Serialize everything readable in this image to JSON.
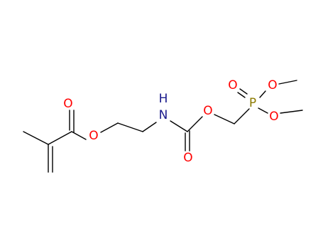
{
  "molecule": {
    "atoms": {
      "o_ester_carbonyl": "O",
      "o_ester_link": "O",
      "nh": "H",
      "n": "N",
      "o_carbamate_link": "O",
      "o_carbamate_carbonyl": "O",
      "o_phosphoryl": "O",
      "p": "P",
      "o_methoxy_1": "O",
      "o_methoxy_2": "O"
    },
    "colors": {
      "bond": "#000000",
      "oxygen": "#ff0000",
      "nitrogen": "#1a1a8c",
      "phosphorus": "#8c7a00"
    }
  }
}
